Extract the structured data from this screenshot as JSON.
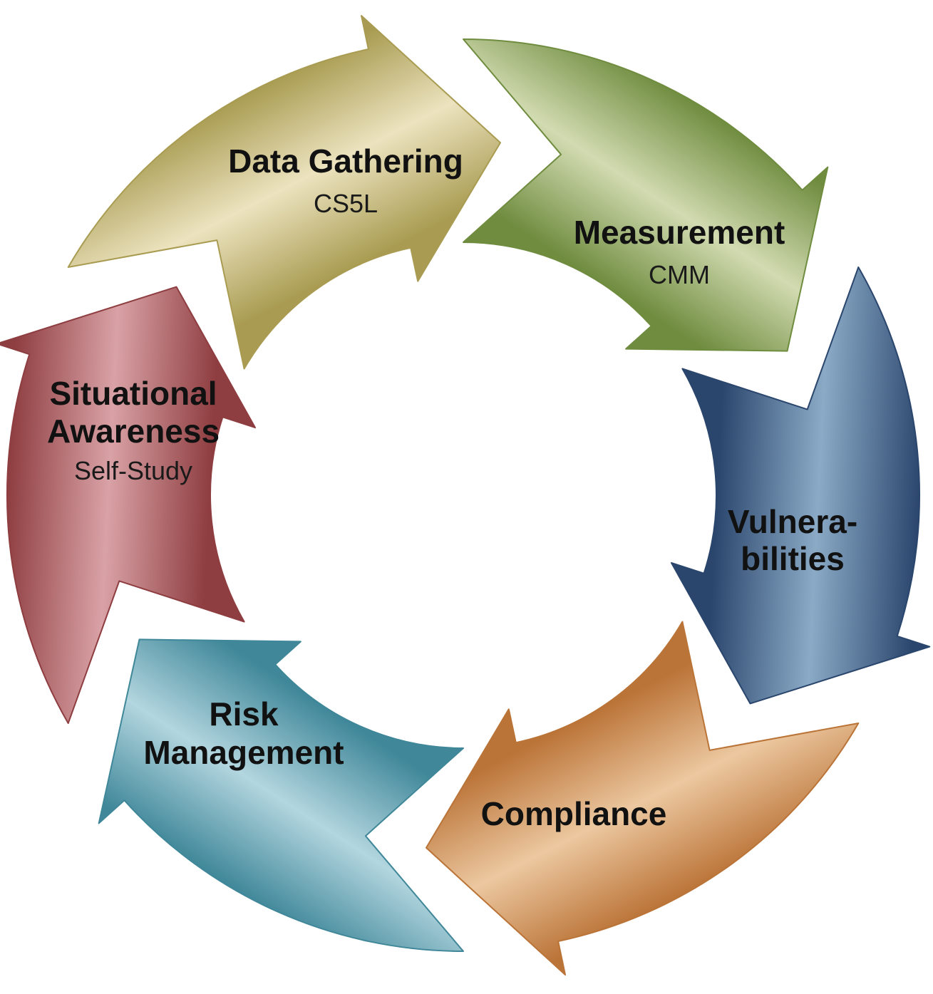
{
  "segments": [
    {
      "id": "data-gathering",
      "title_lines": [
        "Data Gathering"
      ],
      "subtitle": "CS5L",
      "colors": {
        "dark": "#a99c52",
        "light": "#ece3bf"
      }
    },
    {
      "id": "measurement",
      "title_lines": [
        "Measurement"
      ],
      "subtitle": "CMM",
      "colors": {
        "dark": "#6f8c3f",
        "light": "#d2dbb1"
      }
    },
    {
      "id": "vulnerabilities",
      "title_lines": [
        "Vulnera-",
        "bilities"
      ],
      "subtitle": "",
      "colors": {
        "dark": "#2b466d",
        "light": "#8aaac6"
      }
    },
    {
      "id": "compliance",
      "title_lines": [
        "Compliance"
      ],
      "subtitle": "",
      "colors": {
        "dark": "#bb7438",
        "light": "#ecc8a0"
      }
    },
    {
      "id": "risk-management",
      "title_lines": [
        "Risk",
        "Management"
      ],
      "subtitle": "",
      "colors": {
        "dark": "#3f8799",
        "light": "#b3d6df"
      }
    },
    {
      "id": "situational-awareness",
      "title_lines": [
        "Situational",
        "Awareness"
      ],
      "subtitle": "Self-Study",
      "colors": {
        "dark": "#8e3d40",
        "light": "#d9a2a6"
      }
    }
  ]
}
